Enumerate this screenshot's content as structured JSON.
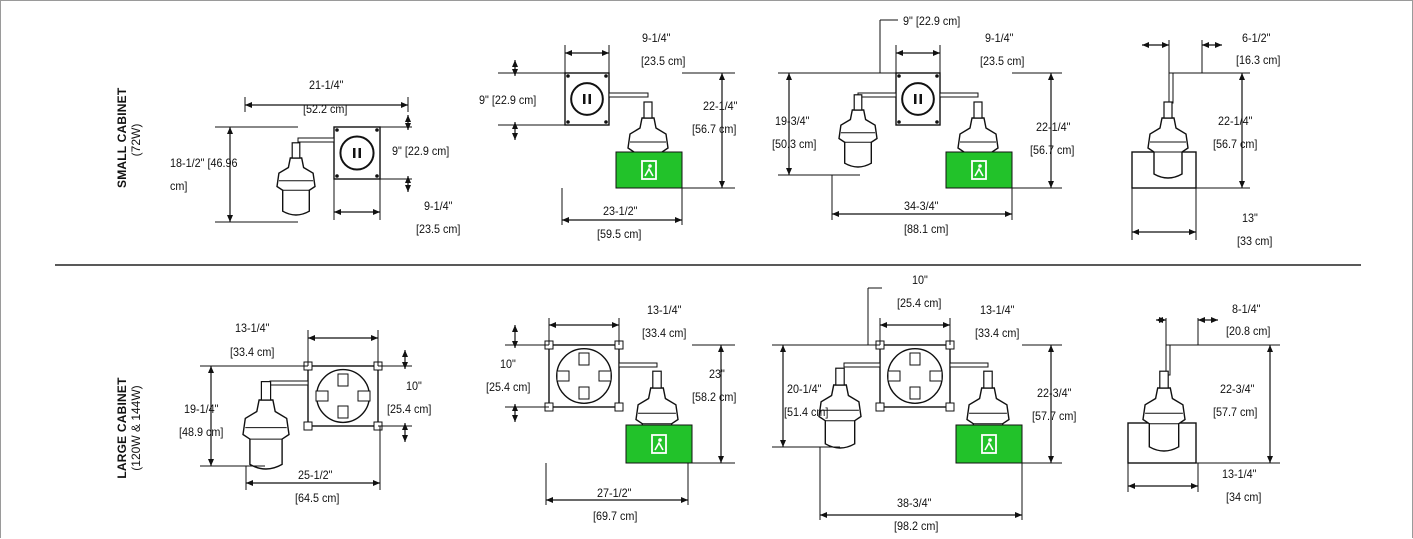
{
  "sections": {
    "small": {
      "title": "SMALL CABINET",
      "subtitle": "(72W)"
    },
    "large": {
      "title": "LARGE CABINET",
      "subtitle": "(120W & 144W)"
    }
  },
  "colors": {
    "exit_sign": "#22c22a",
    "line": "#111111",
    "divider": "#222222"
  },
  "icons": [
    "lamp-fixture-icon",
    "cabinet-box-icon",
    "exit-sign-icon",
    "dimension-arrow-icon"
  ],
  "dims": {
    "s1_w1": "21-1/4\"",
    "s1_w2": "[52.2 cm]",
    "s1_h1": "18-1/2\" [46.96",
    "s1_h2": "cm]",
    "s1_r1": "9\" [22.9 cm]",
    "s1_b1": "9-1/4\"",
    "s1_b2": "[23.5 cm]",
    "s2_t1": "9-1/4\"",
    "s2_t2": "[23.5 cm]",
    "s2_l1": "9\" [22.9 cm]",
    "s2_r1": "22-1/4\"",
    "s2_r2": "[56.7 cm]",
    "s2_b1": "23-1/2\"",
    "s2_b2": "[59.5 cm]",
    "s3_t0": "9\" [22.9 cm]",
    "s3_t1": "9-1/4\"",
    "s3_t2": "[23.5 cm]",
    "s3_l1": "19-3/4\"",
    "s3_l2": "[50.3 cm]",
    "s3_r1": "22-1/4\"",
    "s3_r2": "[56.7 cm]",
    "s3_b1": "34-3/4\"",
    "s3_b2": "[88.1 cm]",
    "s4_t1": "6-1/2\"",
    "s4_t2": "[16.3 cm]",
    "s4_r1": "22-1/4\"",
    "s4_r2": "[56.7 cm]",
    "s4_b1": "13\"",
    "s4_b2": "[33 cm]",
    "l1_t1": "13-1/4\"",
    "l1_t2": "[33.4 cm]",
    "l1_l1": "19-1/4\"",
    "l1_l2": "[48.9 cm]",
    "l1_r1": "10\"",
    "l1_r2": "[25.4 cm]",
    "l1_b1": "25-1/2\"",
    "l1_b2": "[64.5 cm]",
    "l2_t1": "13-1/4\"",
    "l2_t2": "[33.4 cm]",
    "l2_l1": "10\"",
    "l2_l2": "[25.4 cm]",
    "l2_r1": "23\"",
    "l2_r2": "[58.2 cm]",
    "l2_b1": "27-1/2\"",
    "l2_b2": "[69.7 cm]",
    "l3_t0a": "10\"",
    "l3_t0b": "[25.4 cm]",
    "l3_t1": "13-1/4\"",
    "l3_t2": "[33.4 cm]",
    "l3_l1": "20-1/4\"",
    "l3_l2": "[51.4 cm]",
    "l3_r1": "22-3/4\"",
    "l3_r2": "[57.7 cm]",
    "l3_b1": "38-3/4\"",
    "l3_b2": "[98.2 cm]",
    "l4_t1": "8-1/4\"",
    "l4_t2": "[20.8 cm]",
    "l4_r1": "22-3/4\"",
    "l4_r2": "[57.7 cm]",
    "l4_b1": "13-1/4\"",
    "l4_b2": "[34 cm]"
  }
}
